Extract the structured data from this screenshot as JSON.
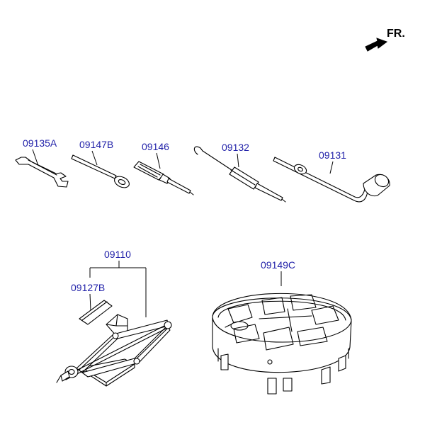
{
  "direction": {
    "label": "FR."
  },
  "parts": {
    "wrench": {
      "code": "09135A"
    },
    "spanner_bar": {
      "code": "09147B"
    },
    "screwdriver": {
      "code": "09146"
    },
    "hook": {
      "code": "09132"
    },
    "wheel_nut_wrench": {
      "code": "09131"
    },
    "jack_assembly": {
      "code": "09110"
    },
    "jack_handle": {
      "code": "09127B"
    },
    "tool_tray": {
      "code": "09149C"
    }
  },
  "colors": {
    "label": "#1f1fa8",
    "line": "#000000"
  }
}
